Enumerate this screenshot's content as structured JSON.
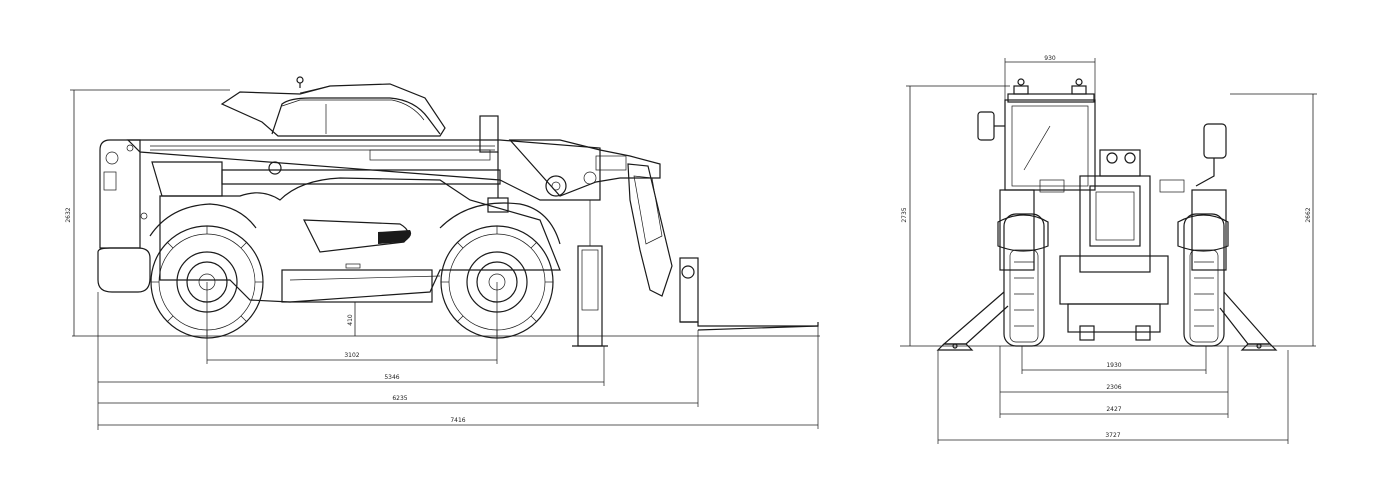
{
  "side_view": {
    "dimensions": {
      "overall_height": "2632",
      "ground_clearance": "410",
      "wheelbase": "3102",
      "length_to_carriage": "5346",
      "length_to_fork_heel": "6235",
      "overall_length": "7416"
    }
  },
  "front_view": {
    "dimensions": {
      "cab_width": "930",
      "overall_height": "2735",
      "height_to_roof": "2662",
      "track_width": "1930",
      "tyre_outer_width": "2306",
      "overall_width": "2427",
      "stabiliser_span": "3727"
    }
  },
  "icons": [
    "telehandler-side-view",
    "telehandler-front-view"
  ],
  "colors": {
    "line": "#1a1a1a",
    "background": "#ffffff"
  }
}
